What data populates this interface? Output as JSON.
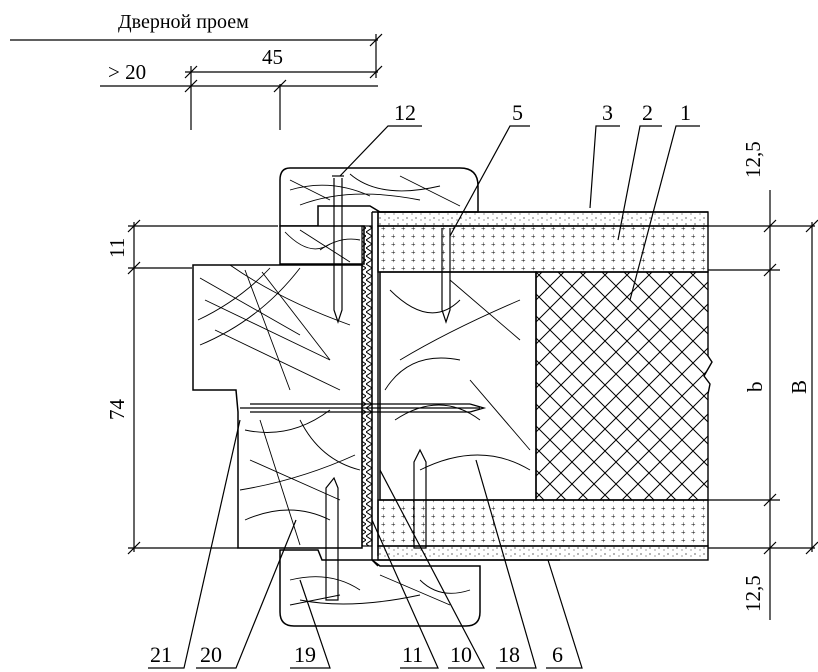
{
  "header": {
    "opening_label": "Дверной проем",
    "dim_gap": "> 20",
    "dim_45": "45"
  },
  "dimensions": {
    "left_11": "11",
    "left_74": "74",
    "right_top_12_5": "12,5",
    "right_bottom_12_5": "12,5",
    "right_b": "b",
    "right_B": "B"
  },
  "callouts": {
    "top": [
      "12",
      "5",
      "3",
      "2",
      "1"
    ],
    "bottom": [
      "21",
      "20",
      "19",
      "11",
      "10",
      "18",
      "6"
    ]
  },
  "colors": {
    "ink": "#000000",
    "board": "#ffffff"
  }
}
